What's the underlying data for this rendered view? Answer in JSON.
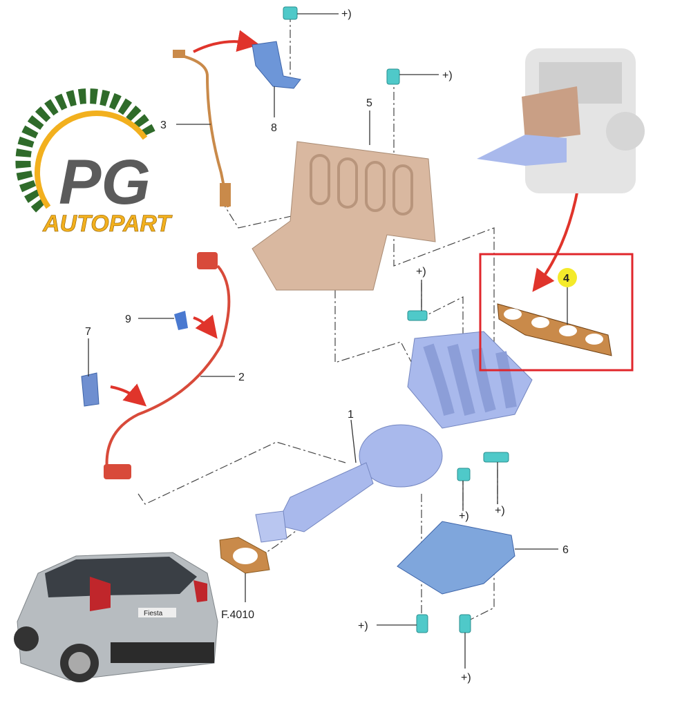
{
  "logo": {
    "main": "PG",
    "sub": "AUTOPART"
  },
  "callouts": {
    "p1": "1",
    "p2": "2",
    "p3": "3",
    "p4": "4",
    "p5": "5",
    "p6": "6",
    "p7": "7",
    "p8": "8",
    "p9": "9",
    "gasket_ref": "F.4010"
  },
  "fastener_label": "+)",
  "car": {
    "badge": "Fiesta"
  },
  "colors": {
    "highlight_box": "#e0262b",
    "highlight_dot": "#f4ea2a",
    "heat_shield": "#d9b8a0",
    "manifold": "#a9b9ec",
    "sensor_red": "#d84a3a",
    "sensor_orange": "#c98a4a",
    "bolt": "#4fc9c9",
    "logo_green": "#2f6b2a",
    "logo_gold": "#f2b01e",
    "logo_grey": "#5b5b5b"
  }
}
